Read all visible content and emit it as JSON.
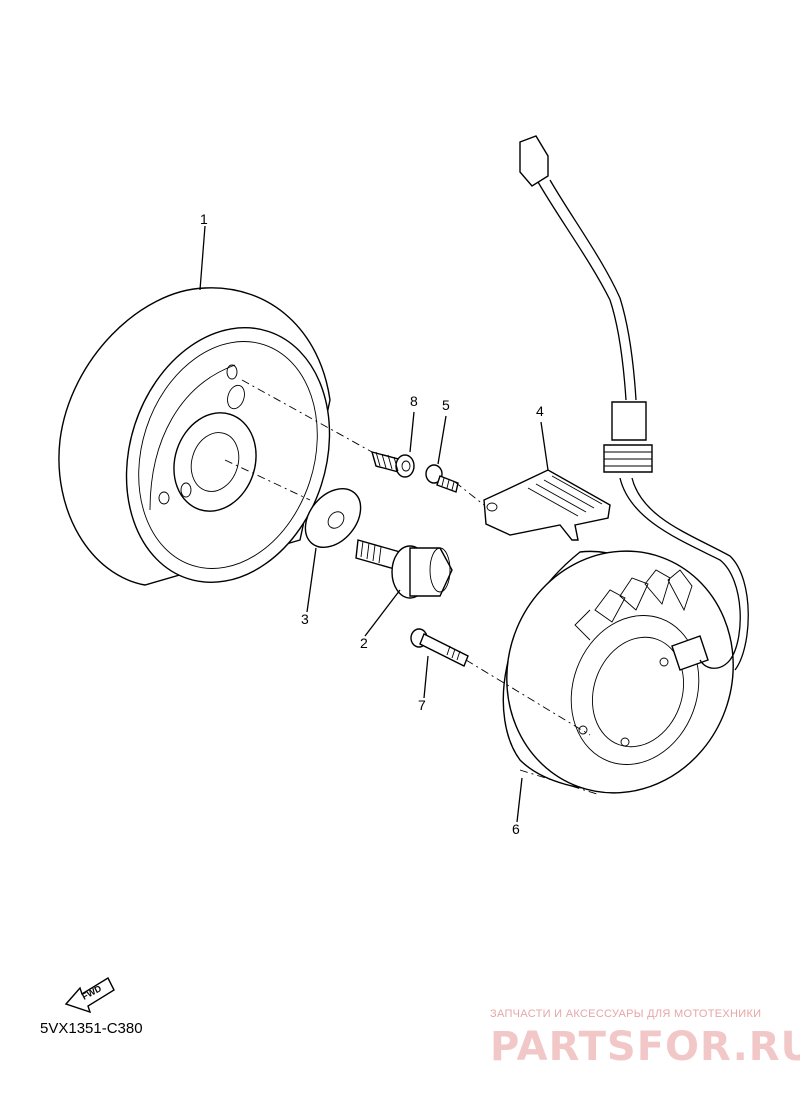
{
  "callouts": {
    "c1": "1",
    "c2": "2",
    "c3": "3",
    "c4": "4",
    "c5": "5",
    "c6": "6",
    "c7": "7",
    "c8": "8"
  },
  "fwd_label": "FWD",
  "diagram_code": "5VX1351-C380",
  "watermark": {
    "tagline": "ЗАПЧАСТИ И АКСЕССУАРЫ ДЛЯ МОТОТЕХНИКИ",
    "brand": "PARTSFOR.RU"
  }
}
